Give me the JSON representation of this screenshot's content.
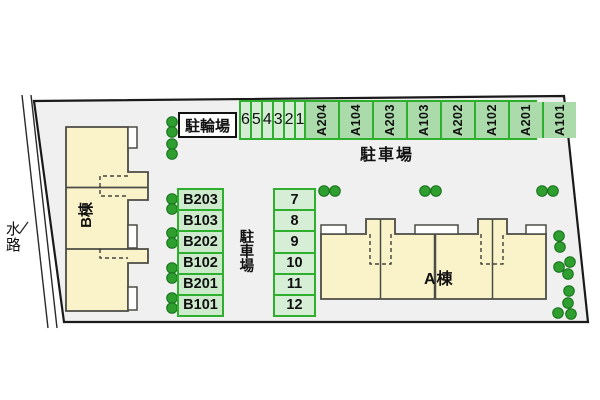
{
  "labels": {
    "waterway": "水路",
    "bicycle_parking": "駐輪場",
    "parking_top": "駐車場",
    "parking_mid": "駐車場",
    "building_a": "A棟",
    "building_b": "B棟"
  },
  "parking": {
    "top_numbered": [
      "6",
      "5",
      "4",
      "3",
      "2",
      "1"
    ],
    "top_units": [
      "A204",
      "A104",
      "A203",
      "A103",
      "A202",
      "A102",
      "A201",
      "A101"
    ],
    "b_units": [
      "B203",
      "B103",
      "B202",
      "B102",
      "B201",
      "B101"
    ],
    "mid_numbered": [
      "7",
      "8",
      "9",
      "10",
      "11",
      "12"
    ]
  },
  "colors": {
    "site_fill": "#f0f0f0",
    "boundary": "#1a1a1a",
    "cell_border": "#2eb02e",
    "cell_fill_light": "#d3ecd3",
    "cell_fill_medium": "#cdeacd",
    "cell_fill_dark": "#abdbab",
    "building_fill": "#faf3c9",
    "building_border": "#4c4c46",
    "tree_fill": "#2e9e2e",
    "tree_stroke": "#15701c"
  }
}
